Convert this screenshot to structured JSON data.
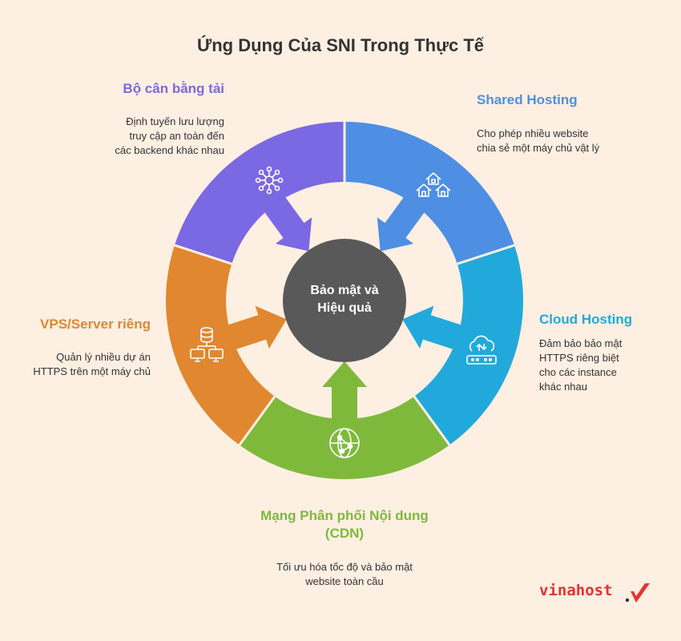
{
  "title": "Ứng Dụng Của SNI Trong Thực Tế",
  "center": {
    "line1": "Bảo mật và",
    "line2": "Hiệu quả",
    "color": "#595959"
  },
  "segments": {
    "load_balancer": {
      "title": "Bộ cân bằng tải",
      "desc": "Định tuyến lưu lượng\ntruy cập an toàn đến\ncác backend khác nhau",
      "color": "#7b68e3",
      "icon": "network-hub-icon"
    },
    "shared_hosting": {
      "title": "Shared Hosting",
      "desc": "Cho phép nhiều website\nchia sẻ một máy chủ vật lý",
      "color": "#4e8fe3",
      "icon": "houses-icon"
    },
    "cloud_hosting": {
      "title": "Cloud Hosting",
      "desc": "Đảm bảo bảo mật\nHTTPS riêng biệt\ncho các instance\nkhác nhau",
      "color": "#22a9db",
      "icon": "cloud-server-icon"
    },
    "cdn": {
      "title_line1": "Mạng Phân phối Nội dung",
      "title_line2": "(CDN)",
      "desc": "Tối ưu hóa tốc độ và bảo mật\nwebsite toàn cầu",
      "color": "#7fb93c",
      "icon": "globe-network-icon"
    },
    "vps": {
      "title": "VPS/Server riêng",
      "desc": "Quản lý nhiều dự án\nHTTPS trên một máy chủ",
      "color": "#e1872f",
      "icon": "database-computers-icon"
    }
  },
  "logo": {
    "text": "vinahost",
    "color": "#e3342f"
  }
}
